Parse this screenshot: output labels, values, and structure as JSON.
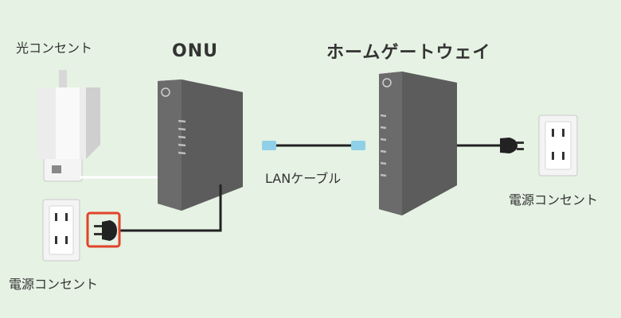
{
  "labels": {
    "optical_outlet": "光コンセント",
    "onu": "ONU",
    "home_gateway": "ホームゲートウェイ",
    "lan_cable": "LANケーブル",
    "power_outlet_left": "電源コンセント",
    "power_outlet_right": "電源コンセント"
  },
  "colors": {
    "background": "#e6f2e3",
    "device": "#6b6b6b",
    "device_side": "#575757",
    "cable": "#222222",
    "fiber_cable": "#ffffff",
    "lan_connector": "#8fd0e8",
    "highlight": "#e0432a"
  }
}
